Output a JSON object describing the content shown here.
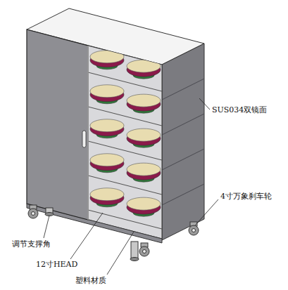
{
  "diagram": {
    "labels": [
      "SUS034双镜面",
      "4寸万象刹车轮",
      "调节支撑角",
      "12寸HEAD",
      "塑料材质"
    ]
  }
}
